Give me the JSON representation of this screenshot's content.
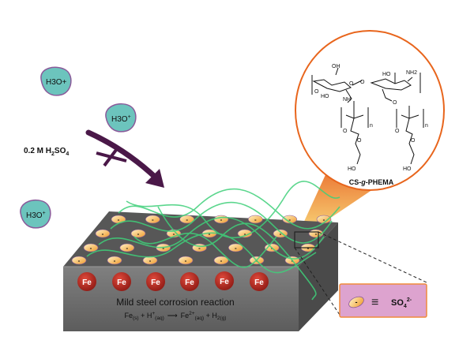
{
  "ions": {
    "hydronium_label": "H3O+",
    "hydronium_base": "H3O",
    "hydronium_sup": "+"
  },
  "acid": {
    "label": "0.2 M H",
    "sub1": "2",
    "mid": "SO",
    "sub2": "4"
  },
  "fe_label": "Fe",
  "slab": {
    "title": "Mild steel corrosion reaction",
    "equation": {
      "fe": "Fe",
      "fe_state": "(s)",
      "plus1": " + H",
      "h_sup": "+",
      "h_state": "(aq)",
      "arrow": "⟶",
      "fe2": "Fe",
      "fe2_sup": "2+",
      "fe2_state": "(aq)",
      "plus2": " + H",
      "h2_sub": "2",
      "h2_state": "(g)"
    }
  },
  "legend": {
    "equiv": "≡",
    "ion": "SO",
    "ion_sub": "4",
    "ion_sup": "2-",
    "anion_symbol": "-"
  },
  "structure": {
    "name_prefix": "CS-",
    "name_g": "g",
    "name_suffix": "-PHEMA",
    "labels": {
      "oh": "OH",
      "nh": "NH",
      "nh2": "NH2",
      "ho": "HO",
      "o": "O",
      "n": "n"
    }
  },
  "colors": {
    "ion_fill": "#6cc4bd",
    "ion_stroke": "#8a5a9a",
    "arrow": "#4a1848",
    "fe": "#b3261e",
    "slab_front": "#6b6b6b",
    "slab_top": "#5a5a5a",
    "legend_fill": "#dda3cf",
    "legend_border": "#f08a3c",
    "circle_border": "#e8651c",
    "polymer": "#3fd07a",
    "anion": "#f4a53a"
  }
}
